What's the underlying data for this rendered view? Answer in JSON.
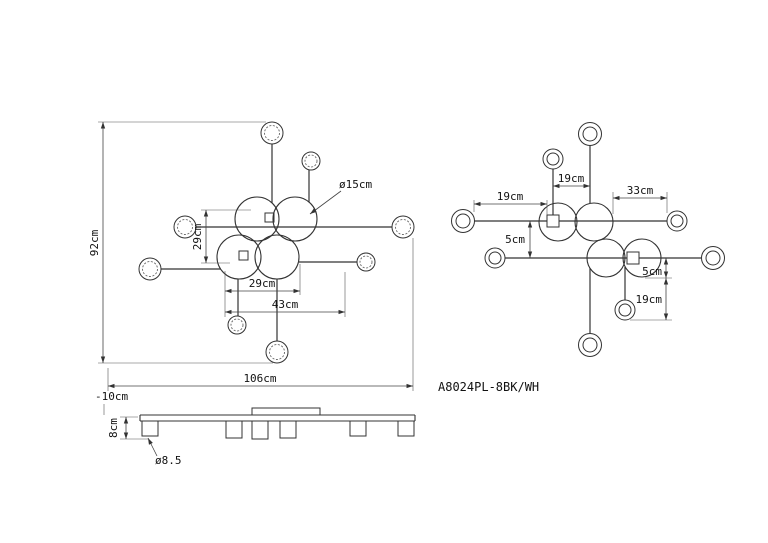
{
  "title": {
    "product_code": "A8024PL-8BK/WH"
  },
  "plan_view": {
    "overall_height": "92cm",
    "cluster_height": "29cm",
    "cluster_width": "29cm",
    "arm_span": "43cm",
    "overall_width": "106cm",
    "head_diameter": "ø15cm"
  },
  "side_view": {
    "mount_height": "-10cm",
    "body_height": "8cm",
    "tube_diameter": "ø8.5"
  },
  "detail_view": {
    "top_offset": "19cm",
    "left_arm": "19cm",
    "right_arm": "33cm",
    "left_offset": "5cm",
    "right_offset": "5cm",
    "bottom_arm": "19cm"
  }
}
